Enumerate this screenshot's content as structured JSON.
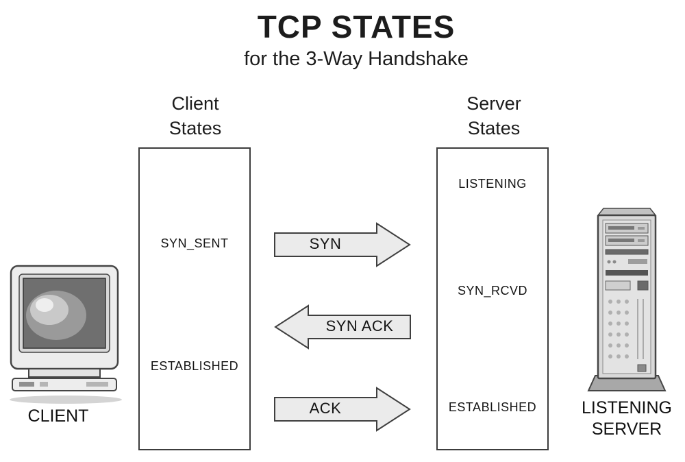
{
  "title": "TCP STATES",
  "subtitle": "for the 3-Way Handshake",
  "client_column": {
    "label_line1": "Client",
    "label_line2": "States",
    "states": [
      "SYN_SENT",
      "ESTABLISHED"
    ]
  },
  "server_column": {
    "label_line1": "Server",
    "label_line2": "States",
    "states": [
      "LISTENING",
      "SYN_RCVD",
      "ESTABLISHED"
    ]
  },
  "messages": [
    {
      "label": "SYN",
      "direction": "right",
      "from": "client",
      "to": "server"
    },
    {
      "label": "SYN ACK",
      "direction": "left",
      "from": "server",
      "to": "client"
    },
    {
      "label": "ACK",
      "direction": "right",
      "from": "client",
      "to": "server"
    }
  ],
  "devices": {
    "client_label": "CLIENT",
    "server_label_line1": "LISTENING",
    "server_label_line2": "SERVER"
  },
  "colors": {
    "background": "#ffffff",
    "outline": "#3f3f3f",
    "arrow_fill": "#ebebeb",
    "box_border": "#3c3c3c"
  }
}
